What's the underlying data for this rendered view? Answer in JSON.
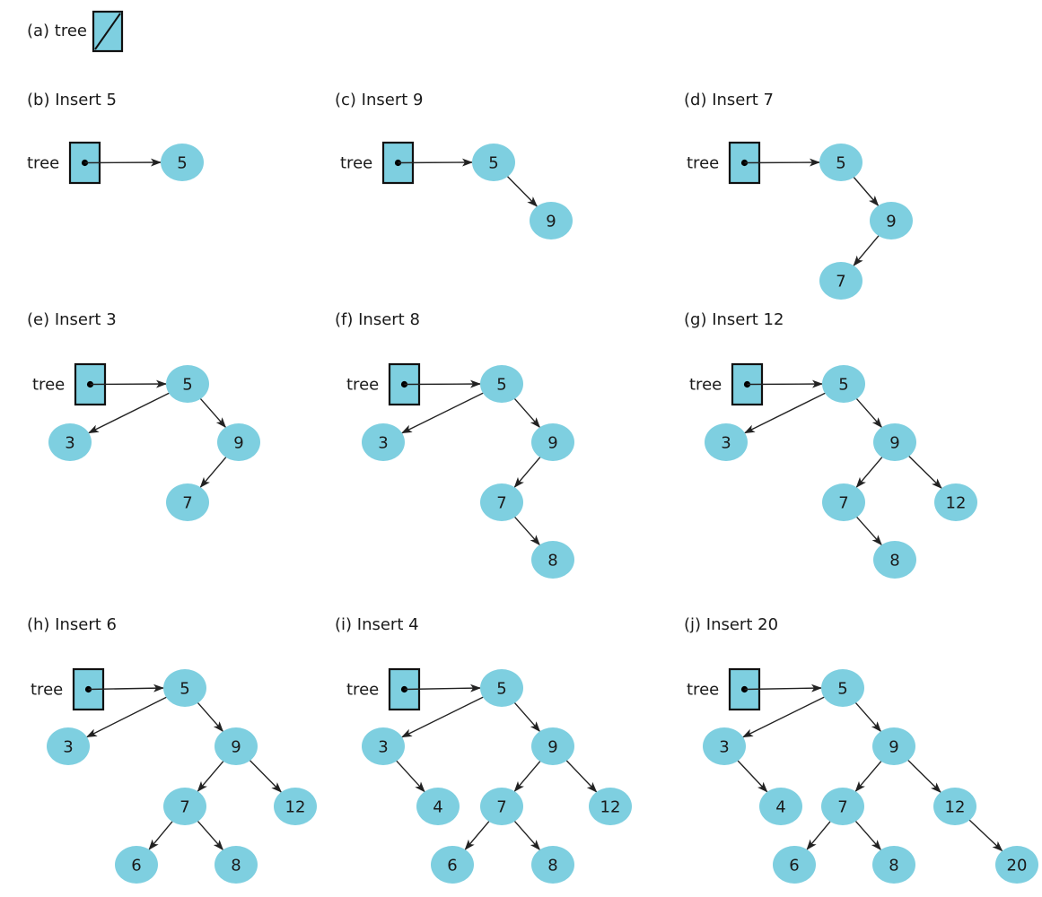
{
  "colors": {
    "node_fill": "#7ecfe0",
    "ink": "#1a1a1a"
  },
  "panel_a": {
    "caption": "(a) tree",
    "pointer": "null"
  },
  "pointer_label": "tree",
  "panels": [
    {
      "id": "b",
      "caption": "(b) Insert 5",
      "nodes": [
        {
          "id": "n5",
          "value": "5"
        }
      ],
      "edges": []
    },
    {
      "id": "c",
      "caption": "(c) Insert 9",
      "nodes": [
        {
          "id": "n5",
          "value": "5"
        },
        {
          "id": "n9",
          "value": "9"
        }
      ],
      "edges": [
        [
          "n5",
          "n9"
        ]
      ]
    },
    {
      "id": "d",
      "caption": "(d) Insert 7",
      "nodes": [
        {
          "id": "n5",
          "value": "5"
        },
        {
          "id": "n9",
          "value": "9"
        },
        {
          "id": "n7",
          "value": "7"
        }
      ],
      "edges": [
        [
          "n5",
          "n9"
        ],
        [
          "n9",
          "n7"
        ]
      ]
    },
    {
      "id": "e",
      "caption": "(e) Insert 3",
      "nodes": [
        {
          "id": "n5",
          "value": "5"
        },
        {
          "id": "n3",
          "value": "3"
        },
        {
          "id": "n9",
          "value": "9"
        },
        {
          "id": "n7",
          "value": "7"
        }
      ],
      "edges": [
        [
          "n5",
          "n3"
        ],
        [
          "n5",
          "n9"
        ],
        [
          "n9",
          "n7"
        ]
      ]
    },
    {
      "id": "f",
      "caption": "(f) Insert 8",
      "nodes": [
        {
          "id": "n5",
          "value": "5"
        },
        {
          "id": "n3",
          "value": "3"
        },
        {
          "id": "n9",
          "value": "9"
        },
        {
          "id": "n7",
          "value": "7"
        },
        {
          "id": "n8",
          "value": "8"
        }
      ],
      "edges": [
        [
          "n5",
          "n3"
        ],
        [
          "n5",
          "n9"
        ],
        [
          "n9",
          "n7"
        ],
        [
          "n7",
          "n8"
        ]
      ]
    },
    {
      "id": "g",
      "caption": "(g) Insert 12",
      "nodes": [
        {
          "id": "n5",
          "value": "5"
        },
        {
          "id": "n3",
          "value": "3"
        },
        {
          "id": "n9",
          "value": "9"
        },
        {
          "id": "n7",
          "value": "7"
        },
        {
          "id": "n12",
          "value": "12"
        },
        {
          "id": "n8",
          "value": "8"
        }
      ],
      "edges": [
        [
          "n5",
          "n3"
        ],
        [
          "n5",
          "n9"
        ],
        [
          "n9",
          "n7"
        ],
        [
          "n9",
          "n12"
        ],
        [
          "n7",
          "n8"
        ]
      ]
    },
    {
      "id": "h",
      "caption": "(h) Insert 6",
      "nodes": [
        {
          "id": "n5",
          "value": "5"
        },
        {
          "id": "n3",
          "value": "3"
        },
        {
          "id": "n9",
          "value": "9"
        },
        {
          "id": "n7",
          "value": "7"
        },
        {
          "id": "n12",
          "value": "12"
        },
        {
          "id": "n6",
          "value": "6"
        },
        {
          "id": "n8",
          "value": "8"
        }
      ],
      "edges": [
        [
          "n5",
          "n3"
        ],
        [
          "n5",
          "n9"
        ],
        [
          "n9",
          "n7"
        ],
        [
          "n9",
          "n12"
        ],
        [
          "n7",
          "n6"
        ],
        [
          "n7",
          "n8"
        ]
      ]
    },
    {
      "id": "i",
      "caption": "(i) Insert 4",
      "nodes": [
        {
          "id": "n5",
          "value": "5"
        },
        {
          "id": "n3",
          "value": "3"
        },
        {
          "id": "n9",
          "value": "9"
        },
        {
          "id": "n4",
          "value": "4"
        },
        {
          "id": "n7",
          "value": "7"
        },
        {
          "id": "n12",
          "value": "12"
        },
        {
          "id": "n6",
          "value": "6"
        },
        {
          "id": "n8",
          "value": "8"
        }
      ],
      "edges": [
        [
          "n5",
          "n3"
        ],
        [
          "n5",
          "n9"
        ],
        [
          "n3",
          "n4"
        ],
        [
          "n9",
          "n7"
        ],
        [
          "n9",
          "n12"
        ],
        [
          "n7",
          "n6"
        ],
        [
          "n7",
          "n8"
        ]
      ]
    },
    {
      "id": "j",
      "caption": "(j) Insert 20",
      "nodes": [
        {
          "id": "n5",
          "value": "5"
        },
        {
          "id": "n3",
          "value": "3"
        },
        {
          "id": "n9",
          "value": "9"
        },
        {
          "id": "n4",
          "value": "4"
        },
        {
          "id": "n7",
          "value": "7"
        },
        {
          "id": "n12",
          "value": "12"
        },
        {
          "id": "n6",
          "value": "6"
        },
        {
          "id": "n8",
          "value": "8"
        },
        {
          "id": "n20",
          "value": "20"
        }
      ],
      "edges": [
        [
          "n5",
          "n3"
        ],
        [
          "n5",
          "n9"
        ],
        [
          "n3",
          "n4"
        ],
        [
          "n9",
          "n7"
        ],
        [
          "n9",
          "n12"
        ],
        [
          "n7",
          "n6"
        ],
        [
          "n7",
          "n8"
        ],
        [
          "n12",
          "n20"
        ]
      ]
    }
  ]
}
